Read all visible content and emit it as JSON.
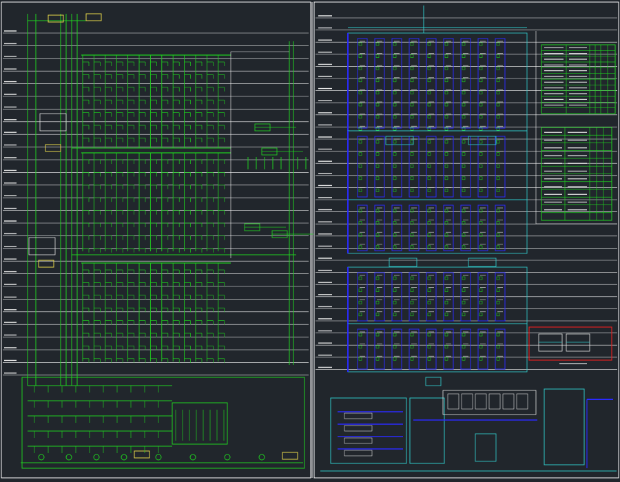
{
  "drawing": {
    "background_color": "#21262c",
    "colors": {
      "frame": "#ffffff",
      "pipe_green": "#1fd11f",
      "pipe_dark_green": "#0f8f0f",
      "pipe_blue": "#2a2aff",
      "pipe_cyan": "#30c8c8",
      "label_white": "#e8e8e8",
      "highlight_red": "#e02020",
      "equipment_yellow": "#e8d84a"
    },
    "sheets": [
      {
        "name": "left-sheet",
        "system": "green-riser-system"
      },
      {
        "name": "right-sheet",
        "system": "blue-riser-system"
      }
    ],
    "tables": [
      {
        "name": "legend-table-1",
        "rows": 12,
        "cols": 6
      },
      {
        "name": "legend-table-2",
        "rows": 12,
        "cols": 5
      }
    ],
    "left_grid": {
      "columns": 13,
      "floor_lines": 28
    },
    "right_grid": {
      "columns": 9,
      "floor_lines": 30
    }
  }
}
